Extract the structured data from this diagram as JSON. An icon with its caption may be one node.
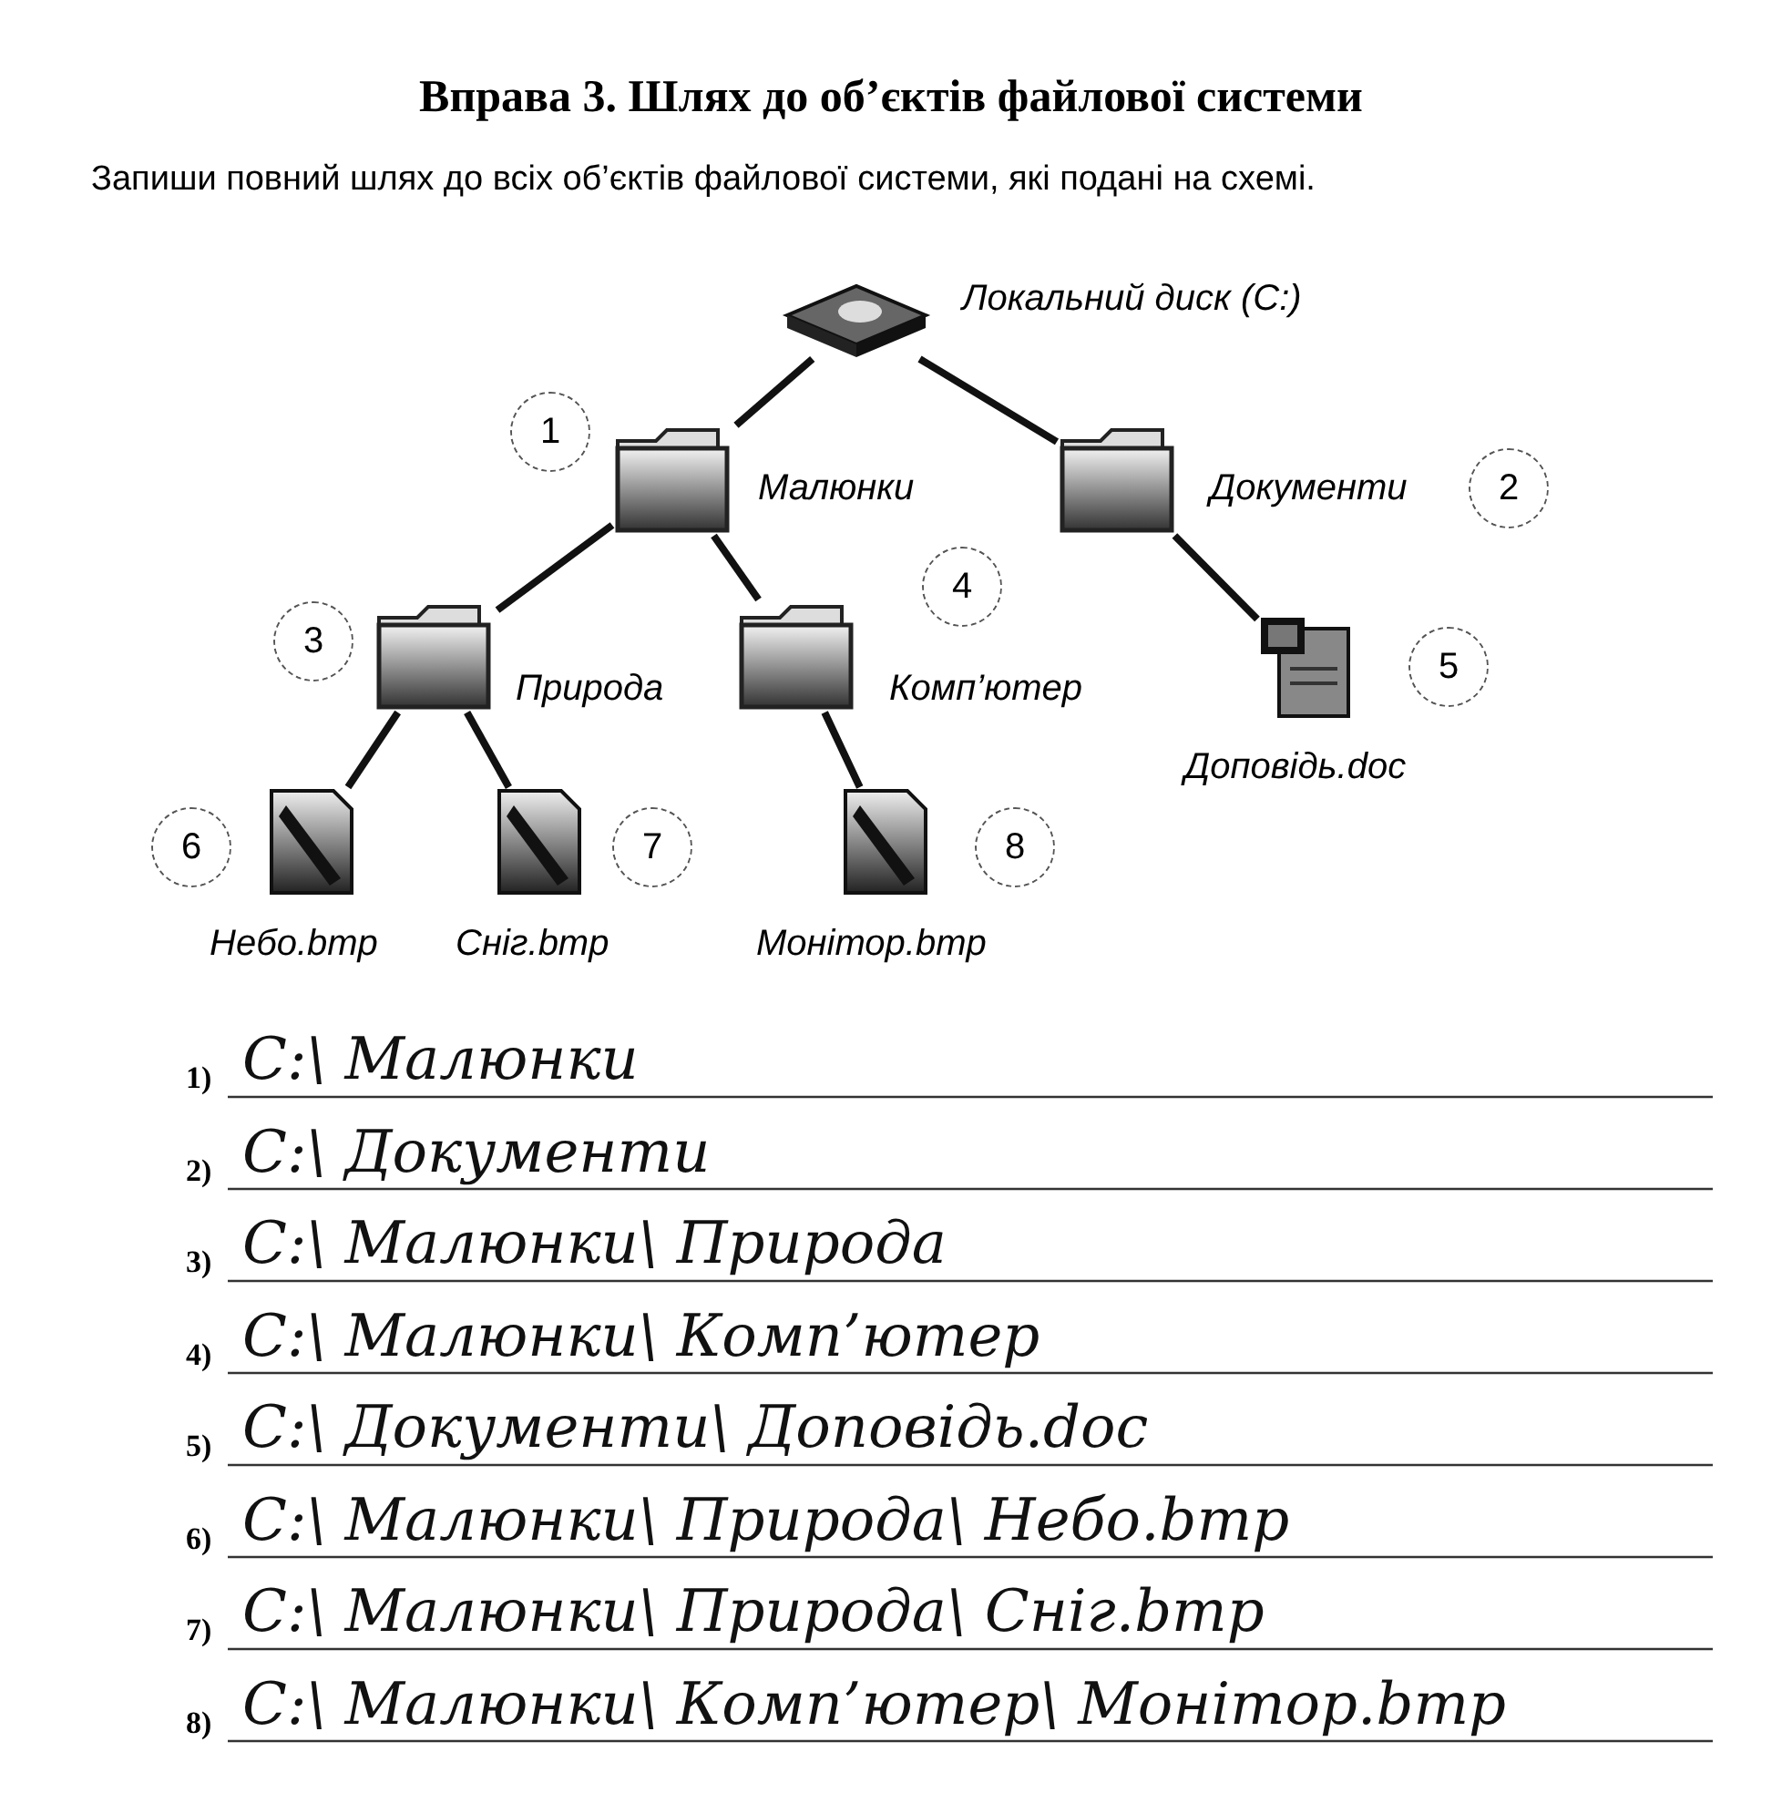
{
  "diagram": {
    "title": "Вправа 3. Шлях до об’єктів файлової системи",
    "nodes": [
      {
        "text": [],
        "shape": "disk",
        "beside": [
          "Локальний диск (С:)"
        ]
      },
      {
        "text": [],
        "shape": "folder",
        "beside": [
          "Малюнки",
          "1"
        ]
      },
      {
        "text": [],
        "shape": "folder",
        "beside": [
          "Документи",
          "2"
        ]
      },
      {
        "text": [],
        "shape": "folder",
        "beside": [
          "Природа",
          "3"
        ]
      },
      {
        "text": [],
        "shape": "folder",
        "beside": [
          "Комп’ютер",
          "4"
        ]
      },
      {
        "text": [],
        "shape": "document",
        "beside": [
          "Доповідь.doc",
          "5"
        ]
      },
      {
        "text": [],
        "shape": "image",
        "beside": [
          "Небо.bmp",
          "6"
        ]
      },
      {
        "text": [],
        "shape": "image",
        "beside": [
          "Сніг.bmp",
          "7"
        ]
      },
      {
        "text": [],
        "shape": "image",
        "beside": [
          "Монітор.bmp",
          "8"
        ]
      }
    ],
    "edges": [
      {
        "from": 0,
        "to": 1,
        "arrow": "none"
      },
      {
        "from": 0,
        "to": 2,
        "arrow": "none"
      },
      {
        "from": 1,
        "to": 3,
        "arrow": "none"
      },
      {
        "from": 1,
        "to": 4,
        "arrow": "none"
      },
      {
        "from": 2,
        "to": 5,
        "arrow": "none"
      },
      {
        "from": 3,
        "to": 6,
        "arrow": "none"
      },
      {
        "from": 3,
        "to": 7,
        "arrow": "none"
      },
      {
        "from": 4,
        "to": 8,
        "arrow": "none"
      }
    ],
    "labels": [
      "Запиши повний шлях до всіх об’єктів файлової системи, які подані на схемі.",
      "1)",
      "C:\\ Малюнки",
      "2)",
      "C:\\ Документи",
      "3)",
      "C:\\ Малюнки\\ Природа",
      "4)",
      "C:\\ Малюнки\\ Комп’ютер",
      "5)",
      "C:\\ Документи\\ Доповідь.doc",
      "6)",
      "C:\\ Малюнки\\ Природа\\ Небо.bmp",
      "7)",
      "C:\\ Малюнки\\ Природа\\ Сніг.bmp",
      "8)",
      "C:\\ Малюнки\\ Комп’ютер\\ Монітор.bmp"
    ]
  }
}
